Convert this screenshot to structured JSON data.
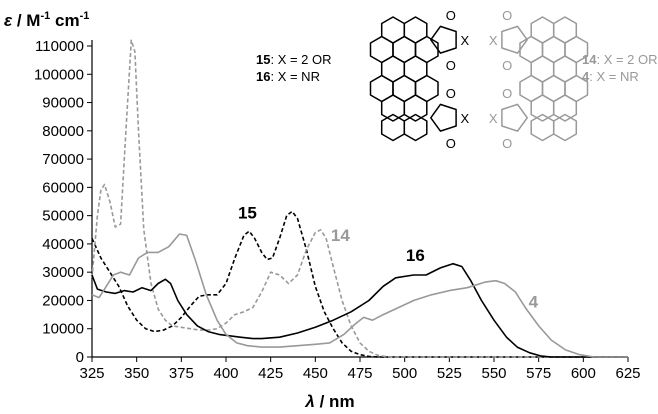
{
  "chart_data": {
    "type": "line",
    "title": "",
    "ylabel": {
      "symbol": "ε",
      "rest": " / M",
      "sup1": "-1",
      "mid": " cm",
      "sup2": "-1"
    },
    "xlabel": {
      "symbol": "λ",
      "rest": " / nm"
    },
    "xlim": [
      325,
      625
    ],
    "ylim": [
      0,
      110000
    ],
    "xticks": [
      325,
      350,
      375,
      400,
      425,
      450,
      475,
      500,
      525,
      550,
      575,
      600,
      625
    ],
    "yticks": [
      0,
      10000,
      20000,
      30000,
      40000,
      50000,
      60000,
      70000,
      80000,
      90000,
      100000,
      110000
    ],
    "grid": false,
    "series": [
      {
        "name": "15",
        "color": "#000000",
        "style": "dashed",
        "label_at": [
          412,
          49000
        ],
        "points": [
          [
            325,
            42000
          ],
          [
            330,
            35000
          ],
          [
            335,
            30000
          ],
          [
            340,
            25000
          ],
          [
            345,
            18000
          ],
          [
            350,
            13000
          ],
          [
            355,
            10000
          ],
          [
            360,
            9000
          ],
          [
            365,
            9500
          ],
          [
            370,
            11000
          ],
          [
            375,
            14000
          ],
          [
            380,
            18000
          ],
          [
            385,
            21500
          ],
          [
            390,
            22000
          ],
          [
            395,
            22000
          ],
          [
            400,
            26000
          ],
          [
            405,
            35000
          ],
          [
            410,
            43000
          ],
          [
            413,
            44500
          ],
          [
            416,
            42000
          ],
          [
            420,
            37000
          ],
          [
            423,
            34500
          ],
          [
            426,
            35000
          ],
          [
            430,
            42000
          ],
          [
            434,
            50000
          ],
          [
            437,
            51500
          ],
          [
            440,
            49000
          ],
          [
            445,
            38000
          ],
          [
            450,
            25000
          ],
          [
            455,
            16000
          ],
          [
            460,
            10000
          ],
          [
            465,
            5000
          ],
          [
            470,
            2000
          ],
          [
            475,
            800
          ],
          [
            480,
            200
          ],
          [
            485,
            0
          ],
          [
            625,
            0
          ]
        ]
      },
      {
        "name": "14",
        "color": "#999999",
        "style": "dashed",
        "label_at": [
          464,
          41000
        ],
        "points": [
          [
            325,
            28000
          ],
          [
            328,
            50000
          ],
          [
            330,
            59000
          ],
          [
            332,
            61000
          ],
          [
            335,
            55000
          ],
          [
            338,
            46000
          ],
          [
            341,
            47000
          ],
          [
            344,
            80000
          ],
          [
            347,
            112000
          ],
          [
            349,
            108000
          ],
          [
            351,
            80000
          ],
          [
            354,
            45000
          ],
          [
            358,
            26000
          ],
          [
            362,
            17000
          ],
          [
            366,
            13000
          ],
          [
            370,
            11000
          ],
          [
            375,
            10500
          ],
          [
            380,
            10000
          ],
          [
            385,
            9500
          ],
          [
            390,
            9500
          ],
          [
            395,
            10000
          ],
          [
            400,
            12000
          ],
          [
            405,
            15000
          ],
          [
            410,
            16000
          ],
          [
            415,
            17500
          ],
          [
            420,
            23000
          ],
          [
            425,
            30000
          ],
          [
            430,
            29000
          ],
          [
            435,
            26000
          ],
          [
            440,
            29000
          ],
          [
            445,
            38000
          ],
          [
            450,
            44000
          ],
          [
            453,
            45000
          ],
          [
            456,
            42000
          ],
          [
            460,
            32000
          ],
          [
            465,
            20000
          ],
          [
            470,
            11000
          ],
          [
            475,
            5000
          ],
          [
            480,
            2000
          ],
          [
            485,
            600
          ],
          [
            490,
            100
          ],
          [
            495,
            0
          ],
          [
            625,
            0
          ]
        ]
      },
      {
        "name": "16",
        "color": "#000000",
        "style": "solid",
        "label_at": [
          506,
          34000
        ],
        "points": [
          [
            325,
            29000
          ],
          [
            328,
            24000
          ],
          [
            333,
            23000
          ],
          [
            338,
            22500
          ],
          [
            343,
            23500
          ],
          [
            348,
            23000
          ],
          [
            353,
            24500
          ],
          [
            358,
            23500
          ],
          [
            362,
            26000
          ],
          [
            366,
            27500
          ],
          [
            369,
            26000
          ],
          [
            373,
            20000
          ],
          [
            378,
            15000
          ],
          [
            384,
            11000
          ],
          [
            390,
            9000
          ],
          [
            396,
            8000
          ],
          [
            402,
            7500
          ],
          [
            408,
            7000
          ],
          [
            415,
            6500
          ],
          [
            420,
            6500
          ],
          [
            430,
            7000
          ],
          [
            440,
            8500
          ],
          [
            450,
            10500
          ],
          [
            460,
            13000
          ],
          [
            470,
            16000
          ],
          [
            480,
            20000
          ],
          [
            488,
            25000
          ],
          [
            495,
            28000
          ],
          [
            505,
            29000
          ],
          [
            512,
            29000
          ],
          [
            520,
            31500
          ],
          [
            527,
            33000
          ],
          [
            532,
            32000
          ],
          [
            537,
            27000
          ],
          [
            543,
            20000
          ],
          [
            550,
            13000
          ],
          [
            557,
            7000
          ],
          [
            563,
            3500
          ],
          [
            570,
            1500
          ],
          [
            576,
            400
          ],
          [
            582,
            0
          ],
          [
            625,
            0
          ]
        ]
      },
      {
        "name": "4",
        "color": "#999999",
        "style": "solid",
        "label_at": [
          572,
          17500
        ],
        "points": [
          [
            325,
            22000
          ],
          [
            329,
            21000
          ],
          [
            333,
            25000
          ],
          [
            337,
            29000
          ],
          [
            341,
            30000
          ],
          [
            346,
            29000
          ],
          [
            351,
            35000
          ],
          [
            356,
            37000
          ],
          [
            362,
            37000
          ],
          [
            368,
            39000
          ],
          [
            374,
            43500
          ],
          [
            378,
            43000
          ],
          [
            383,
            34000
          ],
          [
            389,
            22000
          ],
          [
            395,
            13000
          ],
          [
            400,
            8000
          ],
          [
            406,
            5000
          ],
          [
            412,
            4000
          ],
          [
            420,
            3500
          ],
          [
            430,
            3500
          ],
          [
            440,
            4000
          ],
          [
            450,
            4500
          ],
          [
            458,
            5000
          ],
          [
            466,
            8000
          ],
          [
            472,
            11500
          ],
          [
            477,
            14000
          ],
          [
            482,
            13000
          ],
          [
            488,
            15000
          ],
          [
            495,
            17000
          ],
          [
            505,
            20000
          ],
          [
            515,
            22000
          ],
          [
            525,
            23500
          ],
          [
            535,
            24500
          ],
          [
            545,
            26500
          ],
          [
            551,
            27000
          ],
          [
            556,
            26000
          ],
          [
            562,
            23000
          ],
          [
            568,
            17000
          ],
          [
            575,
            11000
          ],
          [
            582,
            6000
          ],
          [
            590,
            2500
          ],
          [
            598,
            800
          ],
          [
            606,
            0
          ],
          [
            625,
            0
          ]
        ]
      }
    ]
  },
  "structures": {
    "left": {
      "x_atom": "X",
      "o_atom": "O",
      "legend": [
        {
          "id": "15",
          "text": ": X = 2 OR"
        },
        {
          "id": "16",
          "text": ": X = NR"
        }
      ]
    },
    "right": {
      "x_atom": "X",
      "o_atom": "O",
      "legend": [
        {
          "id": "14",
          "text": ": X = 2 OR"
        },
        {
          "id": "4",
          "text": ": X = NR"
        }
      ]
    }
  }
}
